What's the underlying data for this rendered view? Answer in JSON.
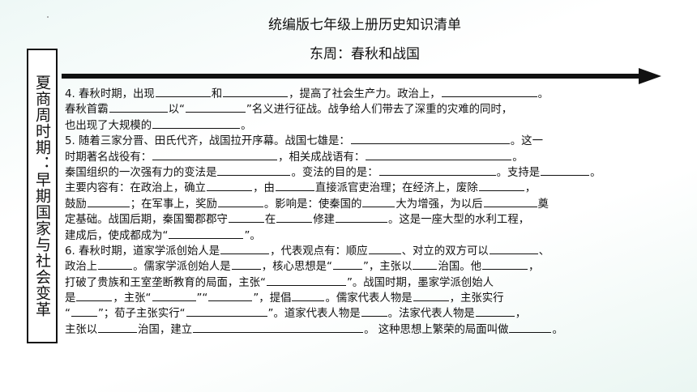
{
  "header": {
    "title": "统编版七年级上册历史知识清单",
    "subtitle": "东周：春秋和战国"
  },
  "side_label": "夏商周时期：早期国家与社会变革",
  "items": {
    "q4": {
      "l1a": "4. 春秋时期，出现",
      "l1b": "和",
      "l1c": "，提高了社会生产力。政治上，",
      "l1d": "。",
      "l2a": "春秋首霸",
      "l2b": "以“",
      "l2c": "”名义进行征战。战争给人们带去了深重的灾难的同时，",
      "l3a": "也出现了大规模的",
      "l3b": "。"
    },
    "q5": {
      "l1a": "5. 随着三家分晋、田氏代齐，战国拉开序幕。战国七雄是：",
      "l1b": "。这一",
      "l2a": "时期著名战役有：",
      "l2b": "，相关成战语有：",
      "l2c": "。",
      "l3a": "秦国组织的一次强有力的变法是",
      "l3b": "。变法的目的是：",
      "l3c": "。支持是",
      "l3d": "。",
      "l4a": "主要内容有：在政治上，确立",
      "l4b": "，由",
      "l4c": "直接派官吏治理；在经济上，废除",
      "l4d": "，",
      "l5a": "鼓励",
      "l5b": "；在军事上，奖励",
      "l5c": "。影响是：使秦国的",
      "l5d": "大为增强，为以后",
      "l5e": "奠",
      "l6a": "定基础。战国后期，秦国蜀郡郡守",
      "l6b": "在",
      "l6c": "修建",
      "l6d": "。这是一座大型的水利工程，",
      "l7a": "建成后，使成都成为“",
      "l7b": "”。"
    },
    "q6": {
      "l1a": "6. 春秋时期，道家学派创始人是",
      "l1b": "，代表观点有：顺应",
      "l1c": "、对立的双方可以",
      "l1d": "、",
      "l2a": "政治上",
      "l2b": "。儒家学派创始人是",
      "l2c": "，核心思想是“",
      "l2d": "”，主张以",
      "l2e": "治国。他",
      "l2f": "，",
      "l3a": "打破了贵族和王室垄断教育的局面，主张“",
      "l3b": "”。战国时期，墨家学派创始人",
      "l4a": "是",
      "l4b": "，主张“",
      "l4c": "”“",
      "l4d": "”，提倡",
      "l4e": "。儒家代表人物是",
      "l4f": "，主张实行",
      "l5a": "“",
      "l5b": "”；荀子主张实行“",
      "l5c": "”。道家代表人物是",
      "l5d": "。法家代表人物是",
      "l5e": "，",
      "l6a": "主张以",
      "l6b": "治国，建立",
      "l6c": "。 这种思想上繁荣的局面叫做",
      "l6d": "。"
    }
  }
}
